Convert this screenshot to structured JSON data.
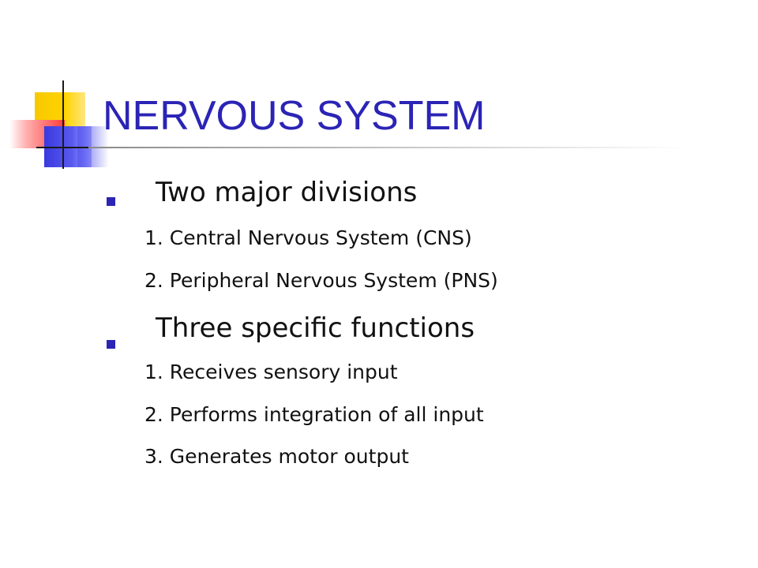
{
  "slide": {
    "title": "NERVOUS SYSTEM",
    "sections": [
      {
        "heading": "Two major divisions",
        "items": [
          "1. Central Nervous System (CNS)",
          "2. Peripheral Nervous System (PNS)"
        ]
      },
      {
        "heading": "Three specific functions",
        "items": [
          "1. Receives sensory input",
          "2. Performs integration of all input",
          "3. Generates motor output"
        ]
      }
    ]
  },
  "colors": {
    "title": "#2b24b5",
    "bullet_marker": "#2b24b5",
    "body_text": "#111111",
    "logo_yellow": "#ffd400",
    "logo_red": "#ff3b3b",
    "logo_blue": "#3a3ae0"
  },
  "icons": {
    "bullet": "square-bullet-icon",
    "logo": "color-squares-logo-icon"
  }
}
